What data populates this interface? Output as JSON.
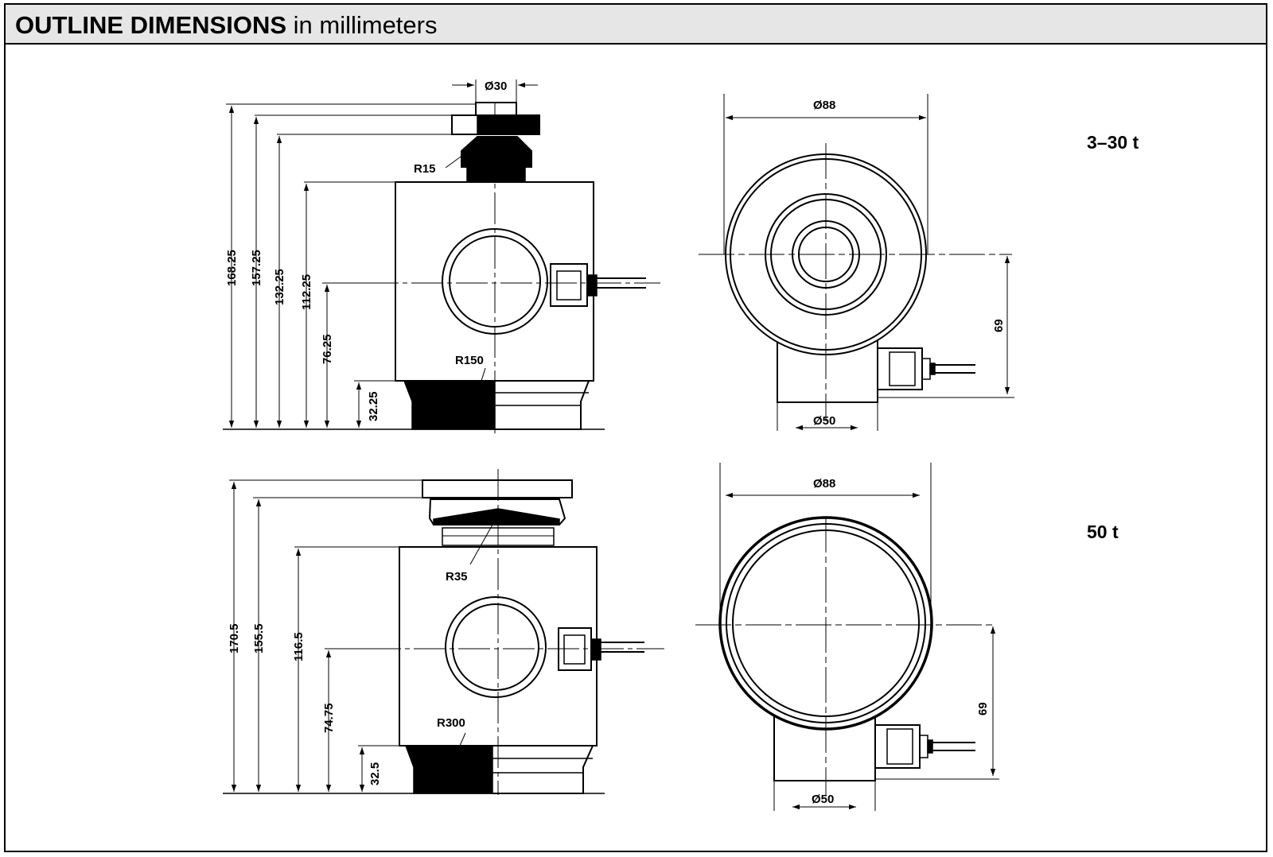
{
  "header": {
    "title_bold": "OUTLINE DIMENSIONS",
    "title_rest": " in millimeters"
  },
  "variants": [
    {
      "capacity": "3–30 t",
      "side_view": {
        "top_diameter": "Ø30",
        "top_radius": "R15",
        "bottom_radius": "R150",
        "heights": [
          "168.25",
          "157.25",
          "132.25",
          "112.25",
          "76.25",
          "32.25"
        ]
      },
      "top_view": {
        "outer_diameter": "Ø88",
        "base_diameter": "Ø50",
        "cable_height": "69"
      }
    },
    {
      "capacity": "50 t",
      "side_view": {
        "top_radius": "R35",
        "bottom_radius": "R300",
        "heights": [
          "170.5",
          "155.5",
          "116.5",
          "74.75",
          "32.5"
        ]
      },
      "top_view": {
        "outer_diameter": "Ø88",
        "base_diameter": "Ø50",
        "cable_height": "69"
      }
    }
  ],
  "colors": {
    "line": "#000000",
    "header_bg": "#e6e6e6"
  }
}
